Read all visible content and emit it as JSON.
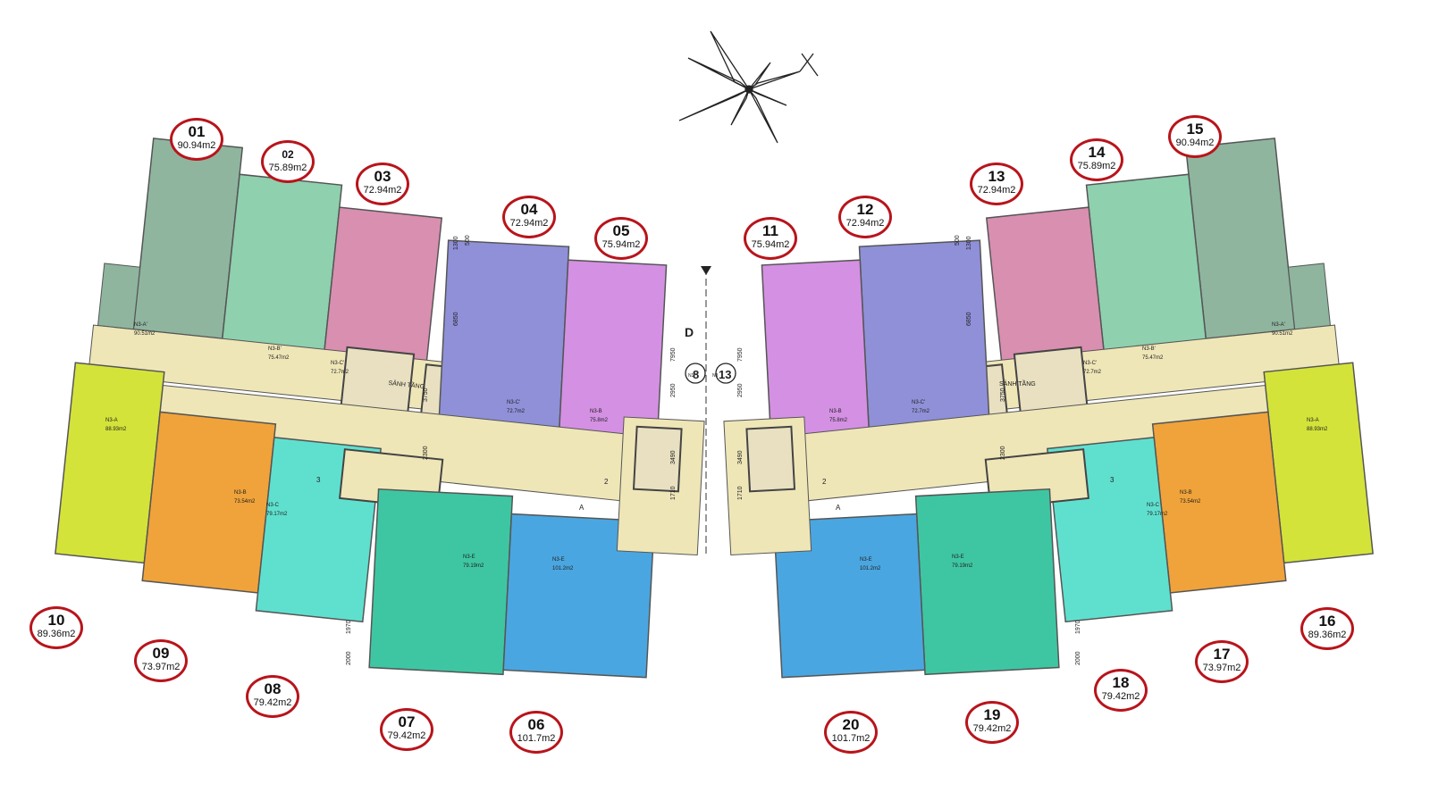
{
  "units_left": [
    {
      "id": "u01",
      "num": "01",
      "area": "90.94m2",
      "tag": "N3-A'",
      "tag_area": "90.51m2",
      "color": "#8fb59f",
      "badge_small": false
    },
    {
      "id": "u02",
      "num": "02",
      "area": "75.89m2",
      "tag": "N3-B'",
      "tag_area": "75.47m2",
      "color": "#8fd0ae",
      "badge_small": true
    },
    {
      "id": "u03",
      "num": "03",
      "area": "72.94m2",
      "tag": "N3-C'",
      "tag_area": "72.7m2",
      "color": "#d98fb0",
      "badge_small": false
    },
    {
      "id": "u04",
      "num": "04",
      "area": "72.94m2",
      "tag": "N3-C'",
      "tag_area": "72.7m2",
      "color": "#8f90d8",
      "badge_small": false
    },
    {
      "id": "u05",
      "num": "05",
      "area": "75.94m2",
      "tag": "N3-B",
      "tag_area": "75.8m2",
      "color": "#d490e3",
      "badge_small": false
    },
    {
      "id": "u06",
      "num": "06",
      "area": "101.7m2",
      "tag": "N3-E",
      "tag_area": "101.2m2",
      "color": "#4aa6e0",
      "badge_small": false
    },
    {
      "id": "u07",
      "num": "07",
      "area": "79.42m2",
      "tag": "N3-E",
      "tag_area": "79.19m2",
      "color": "#3ec6a2",
      "badge_small": false
    },
    {
      "id": "u08",
      "num": "08",
      "area": "79.42m2",
      "tag": "N3-C",
      "tag_area": "79.17m2",
      "color": "#5fe0cf",
      "badge_small": false
    },
    {
      "id": "u09",
      "num": "09",
      "area": "73.97m2",
      "tag": "N3-B",
      "tag_area": "73.54m2",
      "color": "#f0a33a",
      "badge_small": false
    },
    {
      "id": "u10",
      "num": "10",
      "area": "89.36m2",
      "tag": "N3-A",
      "tag_area": "88.93m2",
      "color": "#d4e33a",
      "badge_small": false
    }
  ],
  "units_right": [
    {
      "id": "u11",
      "num": "11",
      "area": "75.94m2",
      "tag": "N3-B",
      "tag_area": "75.8m2",
      "color": "#d490e3"
    },
    {
      "id": "u12",
      "num": "12",
      "area": "72.94m2",
      "tag": "N3-C'",
      "tag_area": "72.7m2",
      "color": "#8f90d8"
    },
    {
      "id": "u13",
      "num": "13",
      "area": "72.94m2",
      "tag": "N3-C'",
      "tag_area": "72.7m2",
      "color": "#d98fb0"
    },
    {
      "id": "u14",
      "num": "14",
      "area": "75.89m2",
      "tag": "N3-B'",
      "tag_area": "75.47m2",
      "color": "#8fd0ae"
    },
    {
      "id": "u15",
      "num": "15",
      "area": "90.94m2",
      "tag": "N3-A'",
      "tag_area": "90.51m2",
      "color": "#8fb59f"
    },
    {
      "id": "u16",
      "num": "16",
      "area": "89.36m2",
      "tag": "N3-A",
      "tag_area": "88.93m2",
      "color": "#d4e33a"
    },
    {
      "id": "u17",
      "num": "17",
      "area": "73.97m2",
      "tag": "N3-B",
      "tag_area": "73.54m2",
      "color": "#f0a33a"
    },
    {
      "id": "u18",
      "num": "18",
      "area": "79.42m2",
      "tag": "N3-C",
      "tag_area": "79.17m2",
      "color": "#5fe0cf"
    },
    {
      "id": "u19",
      "num": "19",
      "area": "79.42m2",
      "tag": "N3-E",
      "tag_area": "79.19m2",
      "color": "#3ec6a2"
    },
    {
      "id": "u20",
      "num": "20",
      "area": "101.7m2",
      "tag": "N3-E",
      "tag_area": "101.2m2",
      "color": "#4aa6e0"
    }
  ],
  "labels": {
    "lobby_left": "SẢNH TẦNG",
    "lobby_right": "SẢNH TẦNG",
    "grid_left": "8",
    "grid_right": "13",
    "grid_prefix_left": "N3",
    "grid_prefix_right": "N3",
    "axis_d": "D",
    "section_a": "A",
    "stair_2": "2",
    "stair_3": "3"
  },
  "dimensions": {
    "d1300": "1300",
    "d6850": "6850",
    "d500": "500",
    "d7950": "7950",
    "d2950": "2950",
    "d3750": "3750",
    "d3490": "3490",
    "d1710": "1710",
    "d2300": "2300",
    "d1970": "1970",
    "d2000": "2000"
  },
  "colors": {
    "corridor": "#efe6b8",
    "badge_border": "#b8141b",
    "wall": "#555555"
  }
}
